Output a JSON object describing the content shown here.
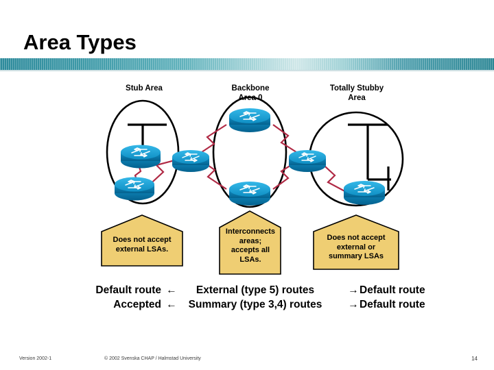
{
  "slide": {
    "title": "Area Types",
    "accent_color": "#2d8a9b",
    "callout_fill": "#efce73",
    "link_color": "#b02a45",
    "router_color": "#1a9fd4"
  },
  "diagram": {
    "area_labels": {
      "stub": "Stub Area",
      "backbone": "Backbone\nArea 0",
      "totally_stubby": "Totally Stubby\nArea"
    },
    "callouts": [
      {
        "id": "stub",
        "text": "Does not accept\nexternal LSAs."
      },
      {
        "id": "backbone",
        "text": "Interconnects\nareas;\naccepts all\nLSAs."
      },
      {
        "id": "totally-stubby",
        "text": "Does not accept\nexternal or\nsummary LSAs"
      }
    ]
  },
  "route_legend": {
    "rows": [
      {
        "left": "Default route",
        "arrow_left": "←",
        "middle": "External (type 5) routes",
        "arrow_right": "→",
        "right": "Default route"
      },
      {
        "left": "Accepted",
        "arrow_left": "←",
        "middle": "Summary (type 3,4) routes",
        "arrow_right": "→",
        "right": "Default route"
      }
    ]
  },
  "footer": {
    "version": "Version 2002-1",
    "copyright": "© 2002  Svenska CHAP / Halmstad University",
    "page_number": "14"
  }
}
